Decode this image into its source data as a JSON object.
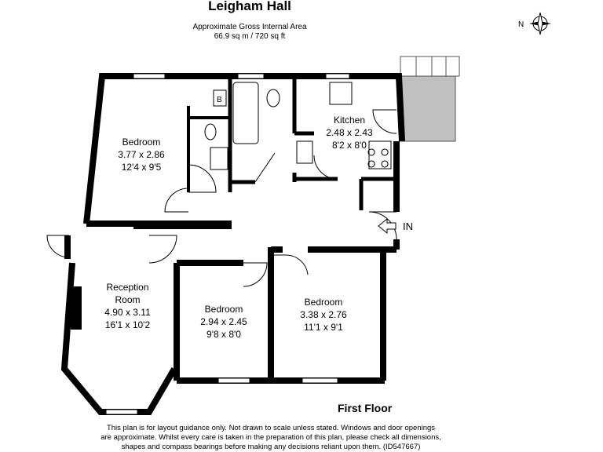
{
  "header": {
    "title": "Leigham Hall",
    "area_label": "Approximate Gross Internal Area",
    "area_value": "66.9 sq m / 720 sq ft"
  },
  "compass": {
    "north_label": "N"
  },
  "rooms": [
    {
      "name": "Bedroom",
      "metric": "3.77 x 2.86",
      "imperial": "12'4 x 9'5"
    },
    {
      "name": "Kitchen",
      "metric": "2.48 x 2.43",
      "imperial": "8'2 x 8'0"
    },
    {
      "name": "Reception Room",
      "metric": "4.90 x 3.11",
      "imperial": "16'1 x 10'2"
    },
    {
      "name": "Bedroom",
      "metric": "2.94 x 2.45",
      "imperial": "9'8 x 8'0"
    },
    {
      "name": "Bedroom",
      "metric": "3.38 x 2.76",
      "imperial": "11'1 x 9'1"
    }
  ],
  "boiler_label": "B",
  "entrance_label": "IN",
  "floor_label": "First Floor",
  "disclaimer": [
    "This plan is for layout guidance only. Not drawn to scale unless stated. Windows and door openings",
    "are approximate. Whilst every care is taken in the preparation of this plan, please check all dimensions,",
    "shapes and compass bearings before making any decisions reliant upon them. (ID547667)"
  ]
}
